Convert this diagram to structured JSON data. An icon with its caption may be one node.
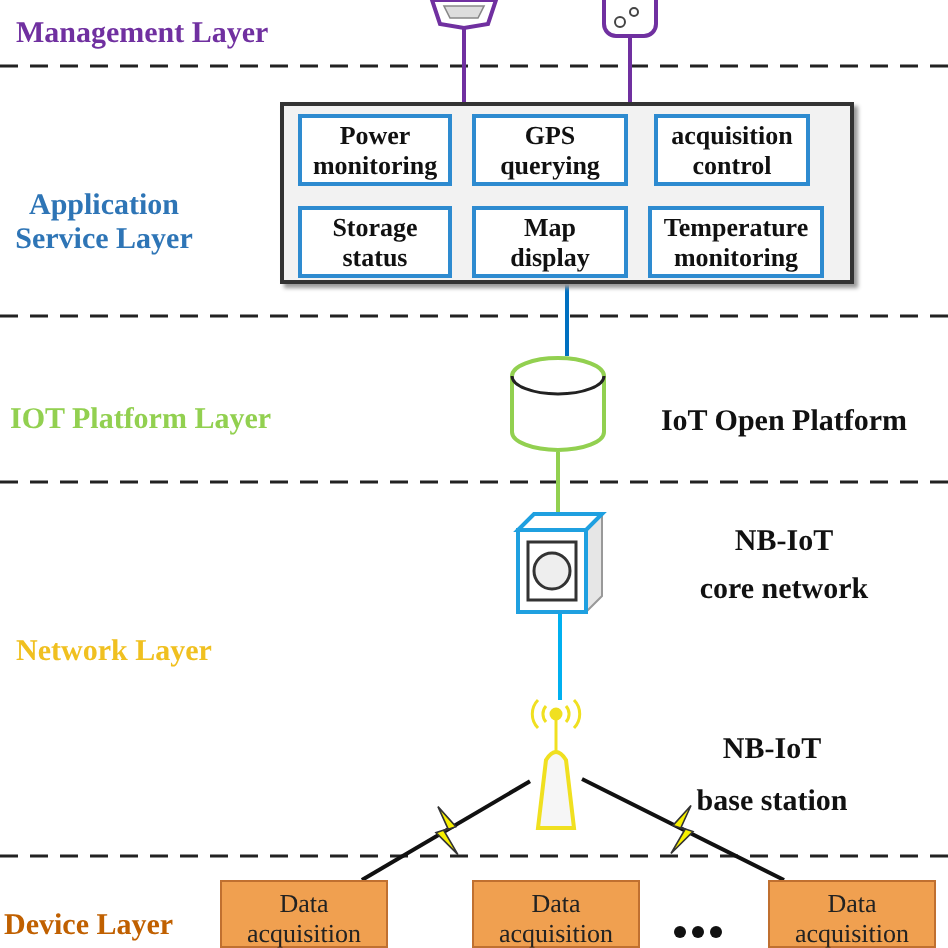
{
  "diagram": {
    "nodes": [
      {
        "text": [],
        "shape": "picture"
      },
      {
        "text": [],
        "shape": "picture"
      },
      {
        "text": [],
        "shape": "box"
      },
      {
        "text": [
          "Power monitoring"
        ],
        "in": 2
      },
      {
        "text": [
          "GPS querying"
        ],
        "in": 2
      },
      {
        "text": [
          "acquisition control"
        ],
        "in": 2
      },
      {
        "text": [
          "Storage status"
        ],
        "in": 2
      },
      {
        "text": [
          "Map display"
        ],
        "in": 2
      },
      {
        "text": [
          "Temperature monitoring"
        ],
        "in": 2
      },
      {
        "text": [],
        "shape": "cylinder",
        "beside": [
          "IoT Open Platform"
        ]
      },
      {
        "text": [],
        "shape": "picture",
        "beside": [
          "NB-IoT",
          "core network"
        ]
      },
      {
        "text": [],
        "shape": "picture",
        "beside": [
          "NB-IoT",
          "base station"
        ]
      },
      {
        "text": [
          "Data acquisition"
        ]
      },
      {
        "text": [
          "Data acquisition"
        ]
      },
      {
        "text": [
          "Data acquisition"
        ]
      }
    ],
    "edges": [
      {
        "from": 0,
        "to": 2,
        "arrow": "none",
        "color": "#7030a0"
      },
      {
        "from": 1,
        "to": 2,
        "arrow": "none",
        "color": "#7030a0"
      },
      {
        "from": 2,
        "to": 9,
        "arrow": "none",
        "color": "#0070c0"
      },
      {
        "from": 9,
        "to": 10,
        "arrow": "none",
        "color": "#92d050"
      },
      {
        "from": 10,
        "to": 11,
        "arrow": "none",
        "color": "#00b0f0"
      },
      {
        "from": 11,
        "to": 12,
        "arrow": "none",
        "color": "#111111"
      },
      {
        "from": 11,
        "to": 14,
        "arrow": "none",
        "color": "#111111"
      }
    ],
    "labels": [
      "Management Layer",
      "Application Service Layer",
      "IOT Platform Layer",
      "Network Layer",
      "Device Layer"
    ]
  }
}
